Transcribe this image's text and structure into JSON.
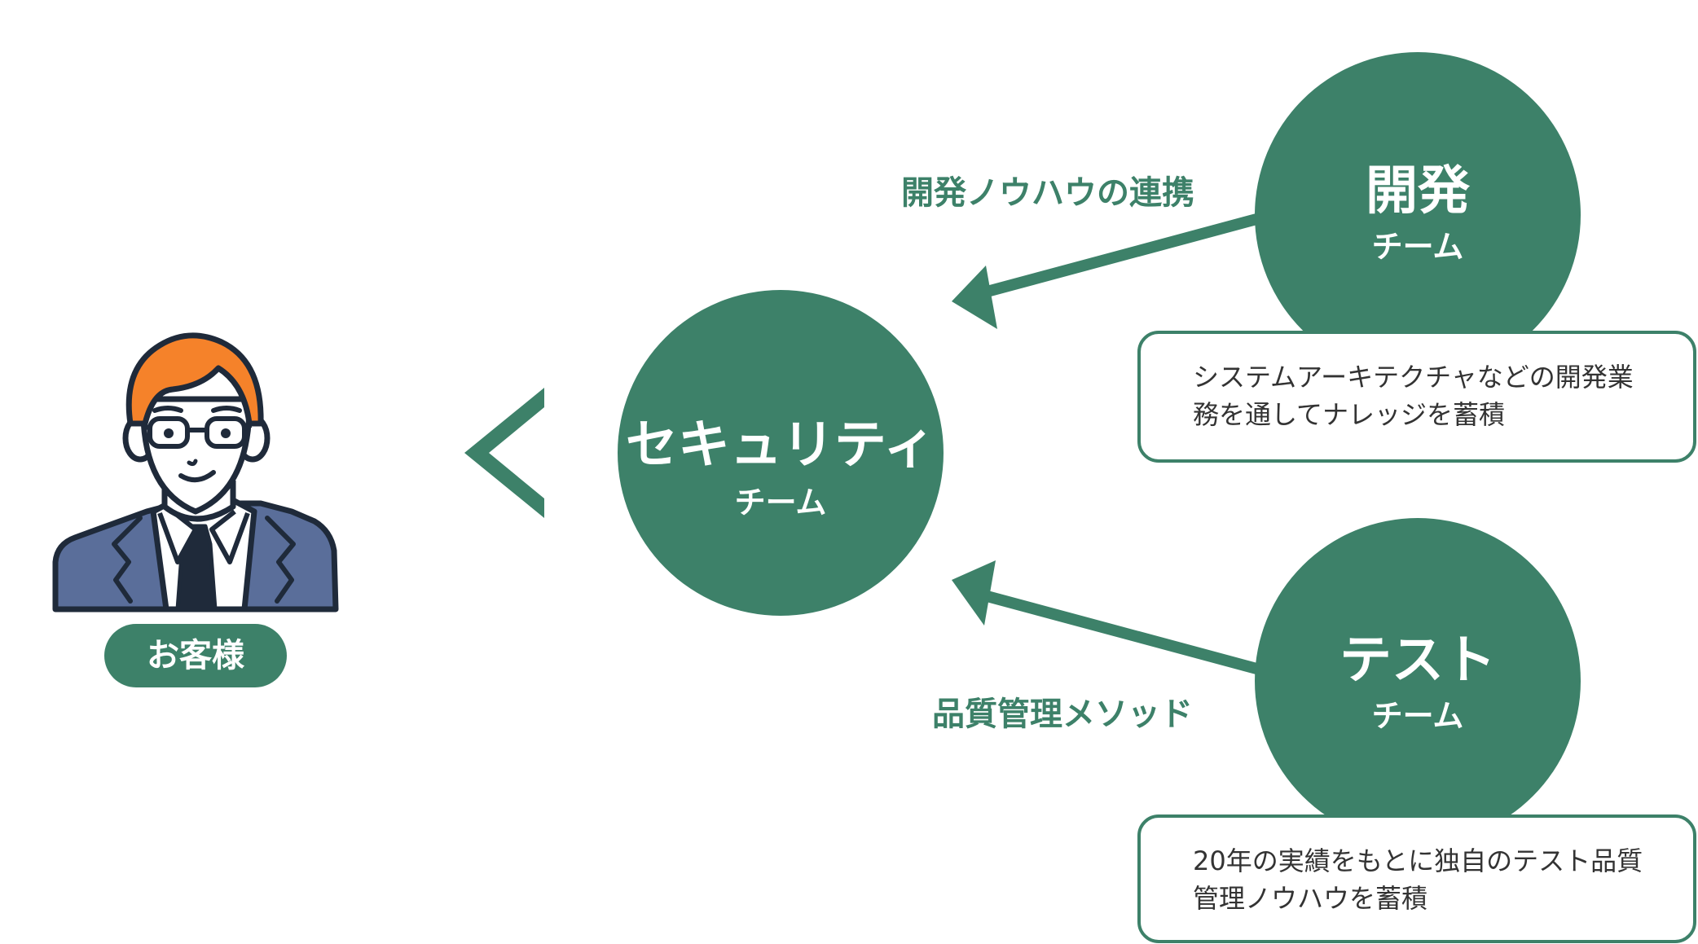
{
  "colors": {
    "primary": "#3d8169",
    "orange_hair": "#f5822a",
    "navy": "#1f2a3a",
    "suit": "#5a6e9a",
    "skin": "#ffffff"
  },
  "customer": {
    "label": "お客様"
  },
  "security_team": {
    "title": "セキュリティ",
    "subtitle": "チーム"
  },
  "dev_team": {
    "title": "開発",
    "subtitle": "チーム",
    "edge_label": "開発ノウハウの連携",
    "note_line1": "システムアーキテクチャなどの開発業",
    "note_line2": "務を通してナレッジを蓄積"
  },
  "test_team": {
    "title": "テスト",
    "subtitle": "チーム",
    "edge_label": "品質管理メソッド",
    "note_line1": "20年の実績をもとに独自のテスト品質",
    "note_line2": "管理ノウハウを蓄積"
  }
}
